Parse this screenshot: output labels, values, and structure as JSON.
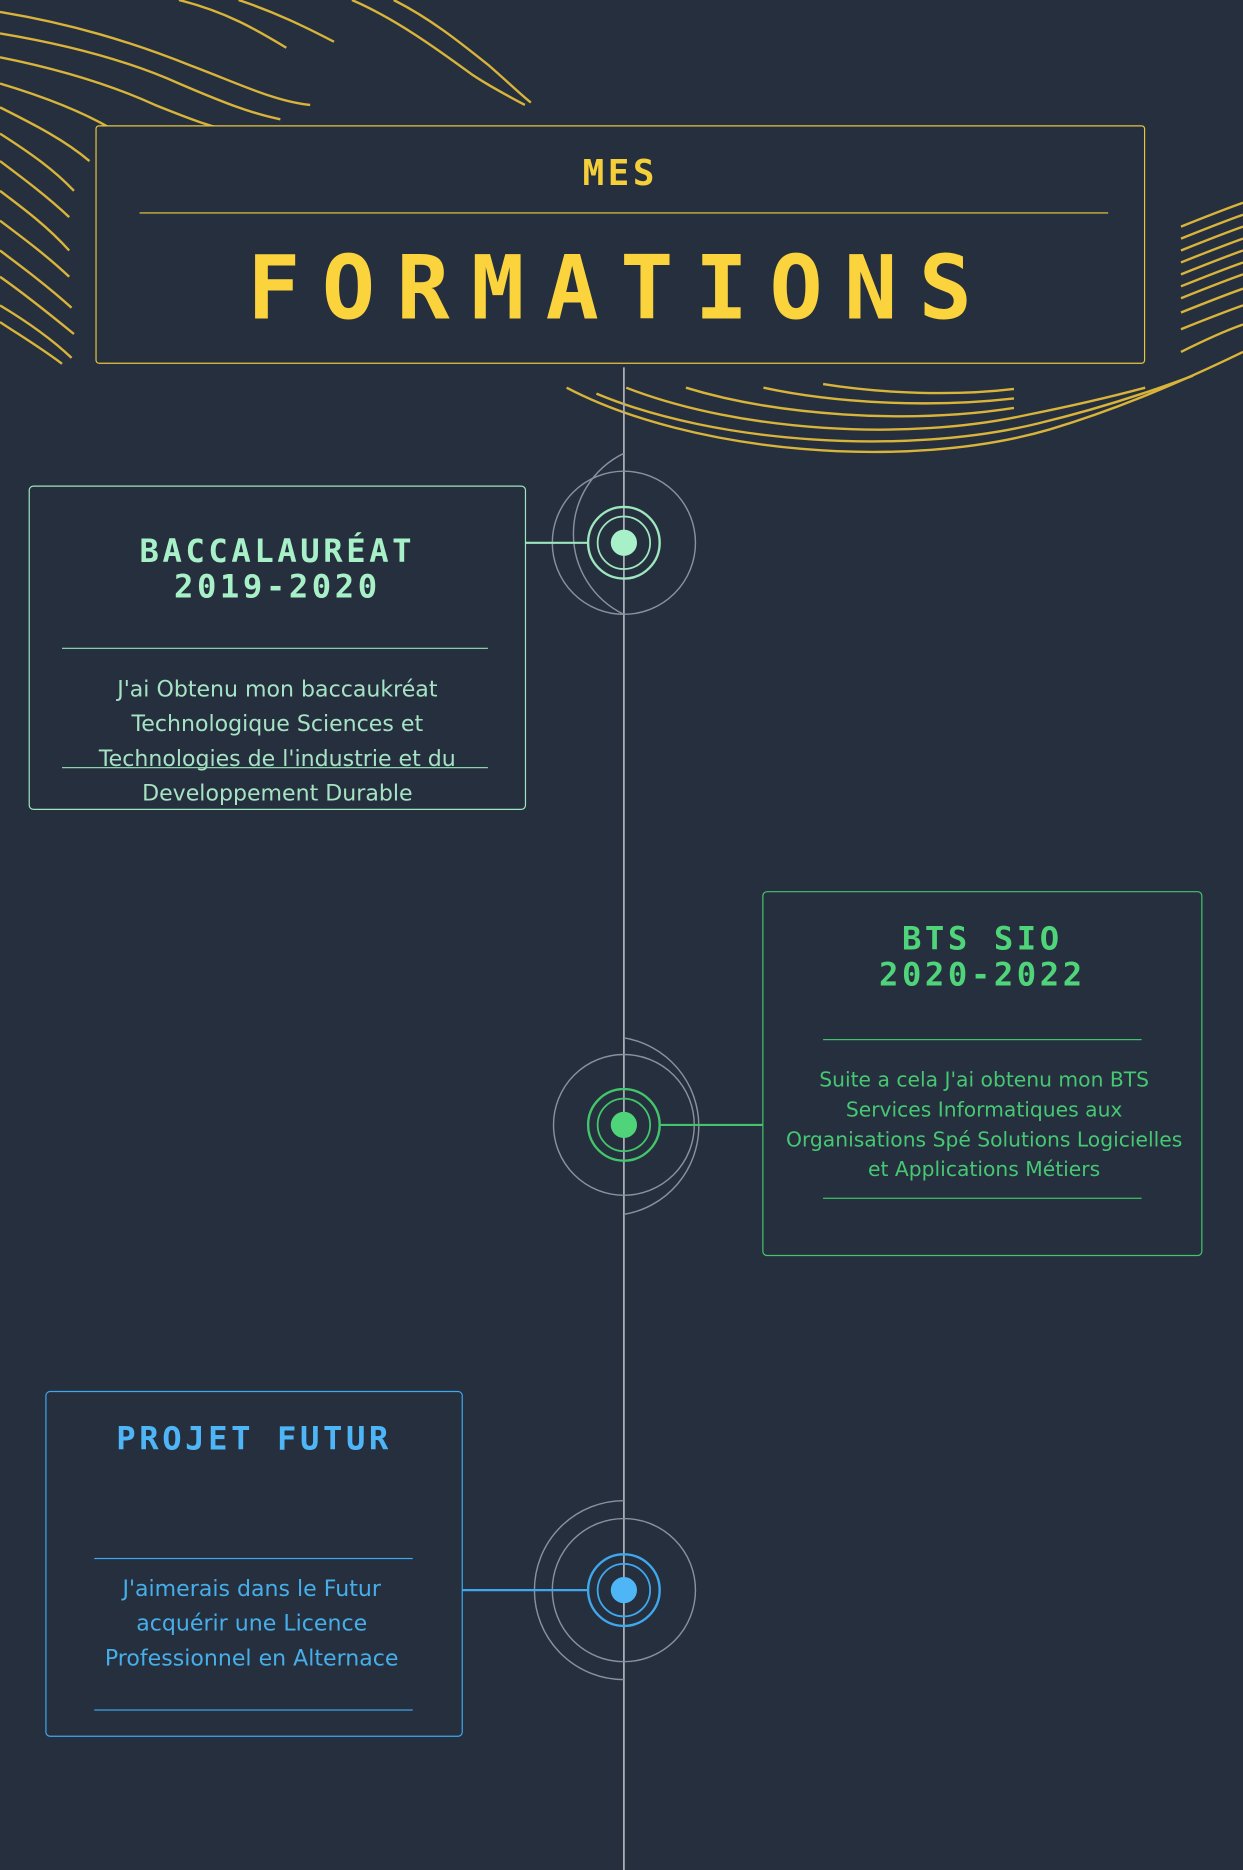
{
  "header": {
    "small_title": "MES",
    "big_title": "FORMATIONS"
  },
  "timeline": [
    {
      "title_line1": "BACCALAURÉAT",
      "title_line2": "2019-2020",
      "description": "J'ai Obtenu mon baccaukréat Technologique Sciences et Technologies de l'industrie et du Developpement Durable",
      "description_lines": [
        "J'ai Obtenu mon baccaukréat",
        "Technologique Sciences et",
        "Technologies de l'industrie et du",
        "Developpement Durable"
      ],
      "color": "#a8f0c8"
    },
    {
      "title_line1": "BTS SIO",
      "title_line2": "2020-2022",
      "description_lines": [
        "Suite a cela J'ai obtenu mon BTS",
        "Services Informatiques aux",
        "Organisations Spé Solutions Logicielles",
        "et Applications Métiers"
      ],
      "color": "#4fd47a"
    },
    {
      "title_line1": "PROJET FUTUR",
      "description_lines": [
        "J'aimerais dans le Futur",
        "acquérir une Licence",
        "Professionnel en Alternace"
      ],
      "color": "#4eb6f7"
    }
  ],
  "colors": {
    "background": "#252f3e",
    "gold": "#fad33d",
    "axis": "#a9aeb6"
  }
}
